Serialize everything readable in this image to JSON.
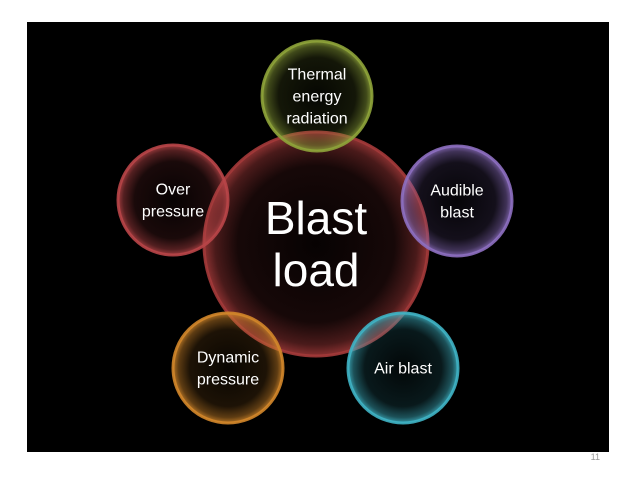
{
  "center": {
    "lines": [
      "Blast",
      "load"
    ],
    "color": "#a33a3a"
  },
  "satellites": [
    {
      "id": "thermal-energy-radiation",
      "lines": [
        "Thermal",
        "energy",
        "radiation"
      ],
      "color": "#8ea33a"
    },
    {
      "id": "audible-blast",
      "lines": [
        "Audible",
        "blast"
      ],
      "color": "#8d6fc0"
    },
    {
      "id": "air-blast",
      "lines": [
        "Air blast"
      ],
      "color": "#3fb3c4"
    },
    {
      "id": "dynamic-pressure",
      "lines": [
        "Dynamic",
        "pressure"
      ],
      "color": "#d1862a"
    },
    {
      "id": "over-pressure",
      "lines": [
        "Over",
        "pressure"
      ],
      "color": "#b84548"
    }
  ],
  "page_number": "11"
}
